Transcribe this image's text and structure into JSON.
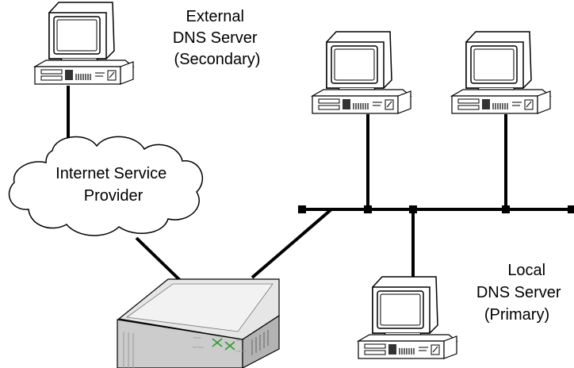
{
  "labels": {
    "external_dns": [
      "External",
      "DNS Server",
      "(Secondary)"
    ],
    "isp": [
      "Internet Service",
      "Provider"
    ],
    "local_dns": [
      "Local",
      "DNS Server",
      "(Primary)"
    ],
    "router_leds": [
      "Power",
      "Stat",
      "Link Mdm",
      "Link Tele"
    ]
  },
  "colors": {
    "line": "#000000",
    "background": "#ffffff",
    "screen": "#ffffff",
    "router_body": "#e6e6e6",
    "router_front": "#cccccc"
  },
  "icons": [
    "computer-icon",
    "cloud-icon",
    "router-icon"
  ]
}
